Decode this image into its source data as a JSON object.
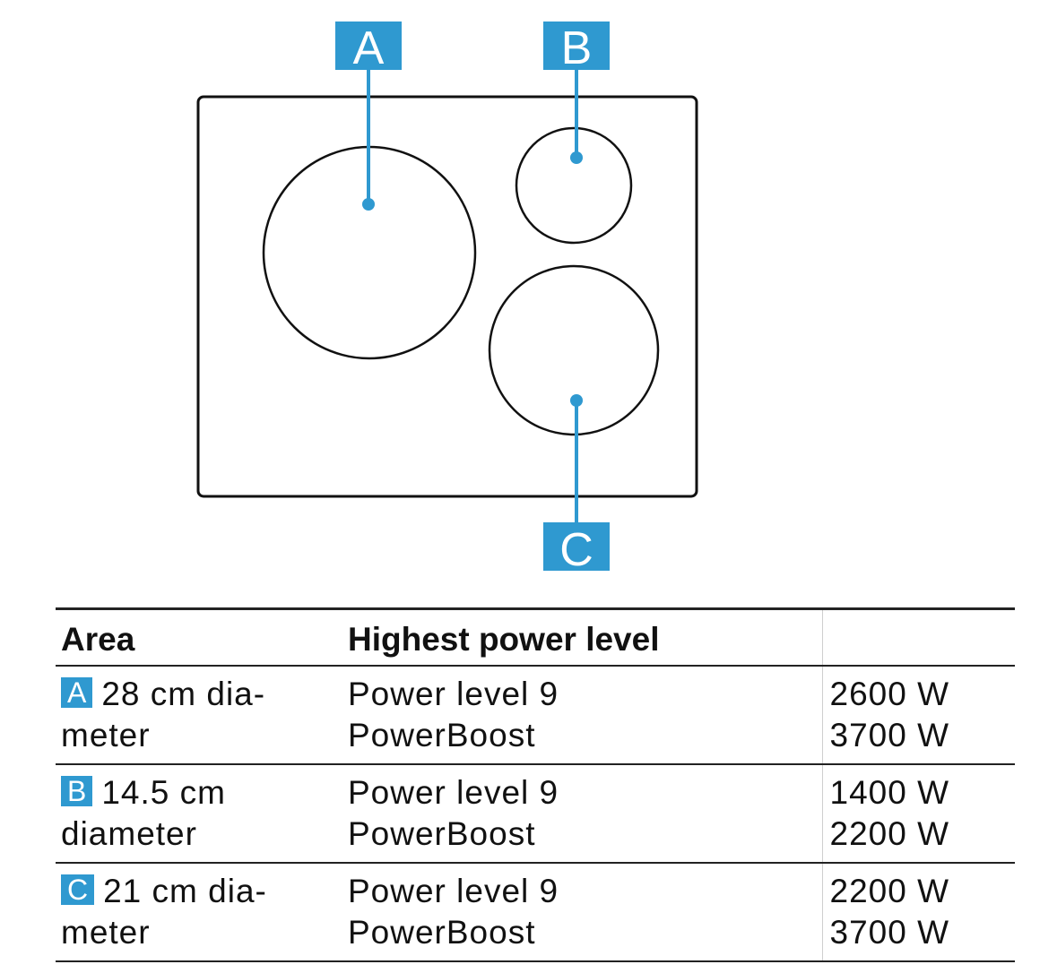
{
  "diagram": {
    "callout_labels": {
      "a": "A",
      "b": "B",
      "c": "C"
    }
  },
  "table": {
    "headers": {
      "area": "Area",
      "power": "Highest power level",
      "watts": ""
    },
    "rows": [
      {
        "badge": "A",
        "area_line1": "28 cm dia-",
        "area_line2": "meter",
        "level1": "Power level 9",
        "level2": "PowerBoost",
        "watt1": "2600 W",
        "watt2": "3700 W"
      },
      {
        "badge": "B",
        "area_line1": "14.5 cm",
        "area_line2": "diameter",
        "level1": "Power level 9",
        "level2": "PowerBoost",
        "watt1": "1400 W",
        "watt2": "2200 W"
      },
      {
        "badge": "C",
        "area_line1": "21 cm dia-",
        "area_line2": "meter",
        "level1": "Power level 9",
        "level2": "PowerBoost",
        "watt1": "2200 W",
        "watt2": "3700 W"
      }
    ]
  },
  "colors": {
    "accent": "#2f99d0",
    "line": "#111111"
  }
}
